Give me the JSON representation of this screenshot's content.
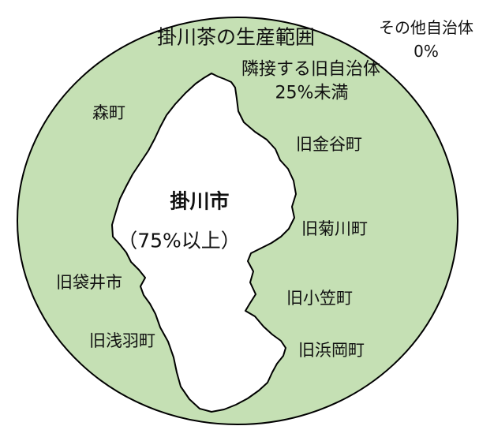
{
  "diagram": {
    "title": "掛川茶の生産範囲",
    "outer_note": {
      "line1": "その他自治体",
      "line2": "0%"
    },
    "adjacent_note": {
      "line1": "隣接する旧自治体",
      "line2": "25%未満"
    },
    "center": {
      "name": "掛川市",
      "share": "（75%以上）"
    },
    "neighbors": [
      "森町",
      "旧金谷町",
      "旧菊川町",
      "旧袋井市",
      "旧小笠町",
      "旧浅羽町",
      "旧浜岡町"
    ]
  },
  "colors": {
    "circle_fill": "#c5e0b4",
    "region_fill": "#ffffff",
    "outline": "#000000"
  }
}
